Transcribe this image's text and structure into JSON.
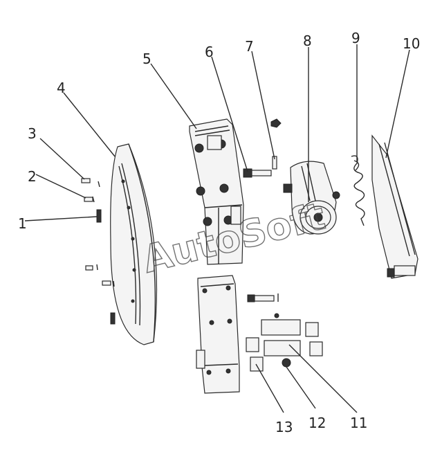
{
  "diagram": {
    "watermark": "AutoSoft",
    "callouts": [
      {
        "id": "c1",
        "label": "1"
      },
      {
        "id": "c2",
        "label": "2"
      },
      {
        "id": "c3",
        "label": "3"
      },
      {
        "id": "c4",
        "label": "4"
      },
      {
        "id": "c5",
        "label": "5"
      },
      {
        "id": "c6",
        "label": "6"
      },
      {
        "id": "c7",
        "label": "7"
      },
      {
        "id": "c8",
        "label": "8"
      },
      {
        "id": "c9",
        "label": "9"
      },
      {
        "id": "c10",
        "label": "10"
      },
      {
        "id": "c11",
        "label": "11"
      },
      {
        "id": "c12",
        "label": "12"
      },
      {
        "id": "c13",
        "label": "13"
      }
    ]
  }
}
